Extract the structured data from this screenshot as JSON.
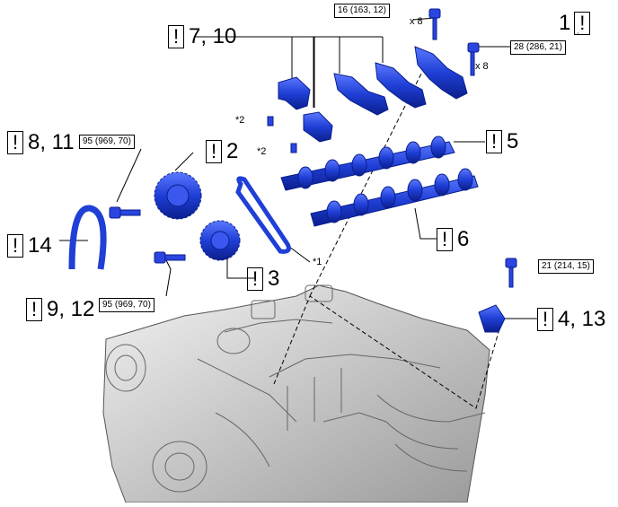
{
  "callouts": {
    "c1": {
      "bang": "!",
      "num": "1"
    },
    "c2": {
      "bang": "!",
      "num": "2"
    },
    "c3": {
      "bang": "!",
      "num": "3"
    },
    "c4_13": {
      "bang": "!",
      "num": "4, 13"
    },
    "c5": {
      "bang": "!",
      "num": "5"
    },
    "c6": {
      "bang": "!",
      "num": "6"
    },
    "c7_10": {
      "bang": "!",
      "num": "7, 10"
    },
    "c8_11": {
      "bang": "!",
      "num": "8, 11"
    },
    "c9_12": {
      "bang": "!",
      "num": "9, 12"
    },
    "c14": {
      "bang": "!",
      "num": "14"
    }
  },
  "torques": {
    "t_cap_bolt": "16 (163, 12)",
    "t_housing_bolt": "28 (286, 21)",
    "t_sprocket_bolt_a": "95 (969, 70)",
    "t_sprocket_bolt_b": "95 (969, 70)",
    "t_sensor_bolt": "21 (214, 15)"
  },
  "quantities": {
    "q_cap": "x 8",
    "q_housing": "x 8"
  },
  "notes": {
    "n2a": "*2",
    "n2b": "*2",
    "n1": "*1"
  },
  "colors": {
    "part_blue": "#1f3fd6",
    "part_dark": "#0a1e8c",
    "engine_gray": "#c8c8c8",
    "line": "#000000"
  }
}
